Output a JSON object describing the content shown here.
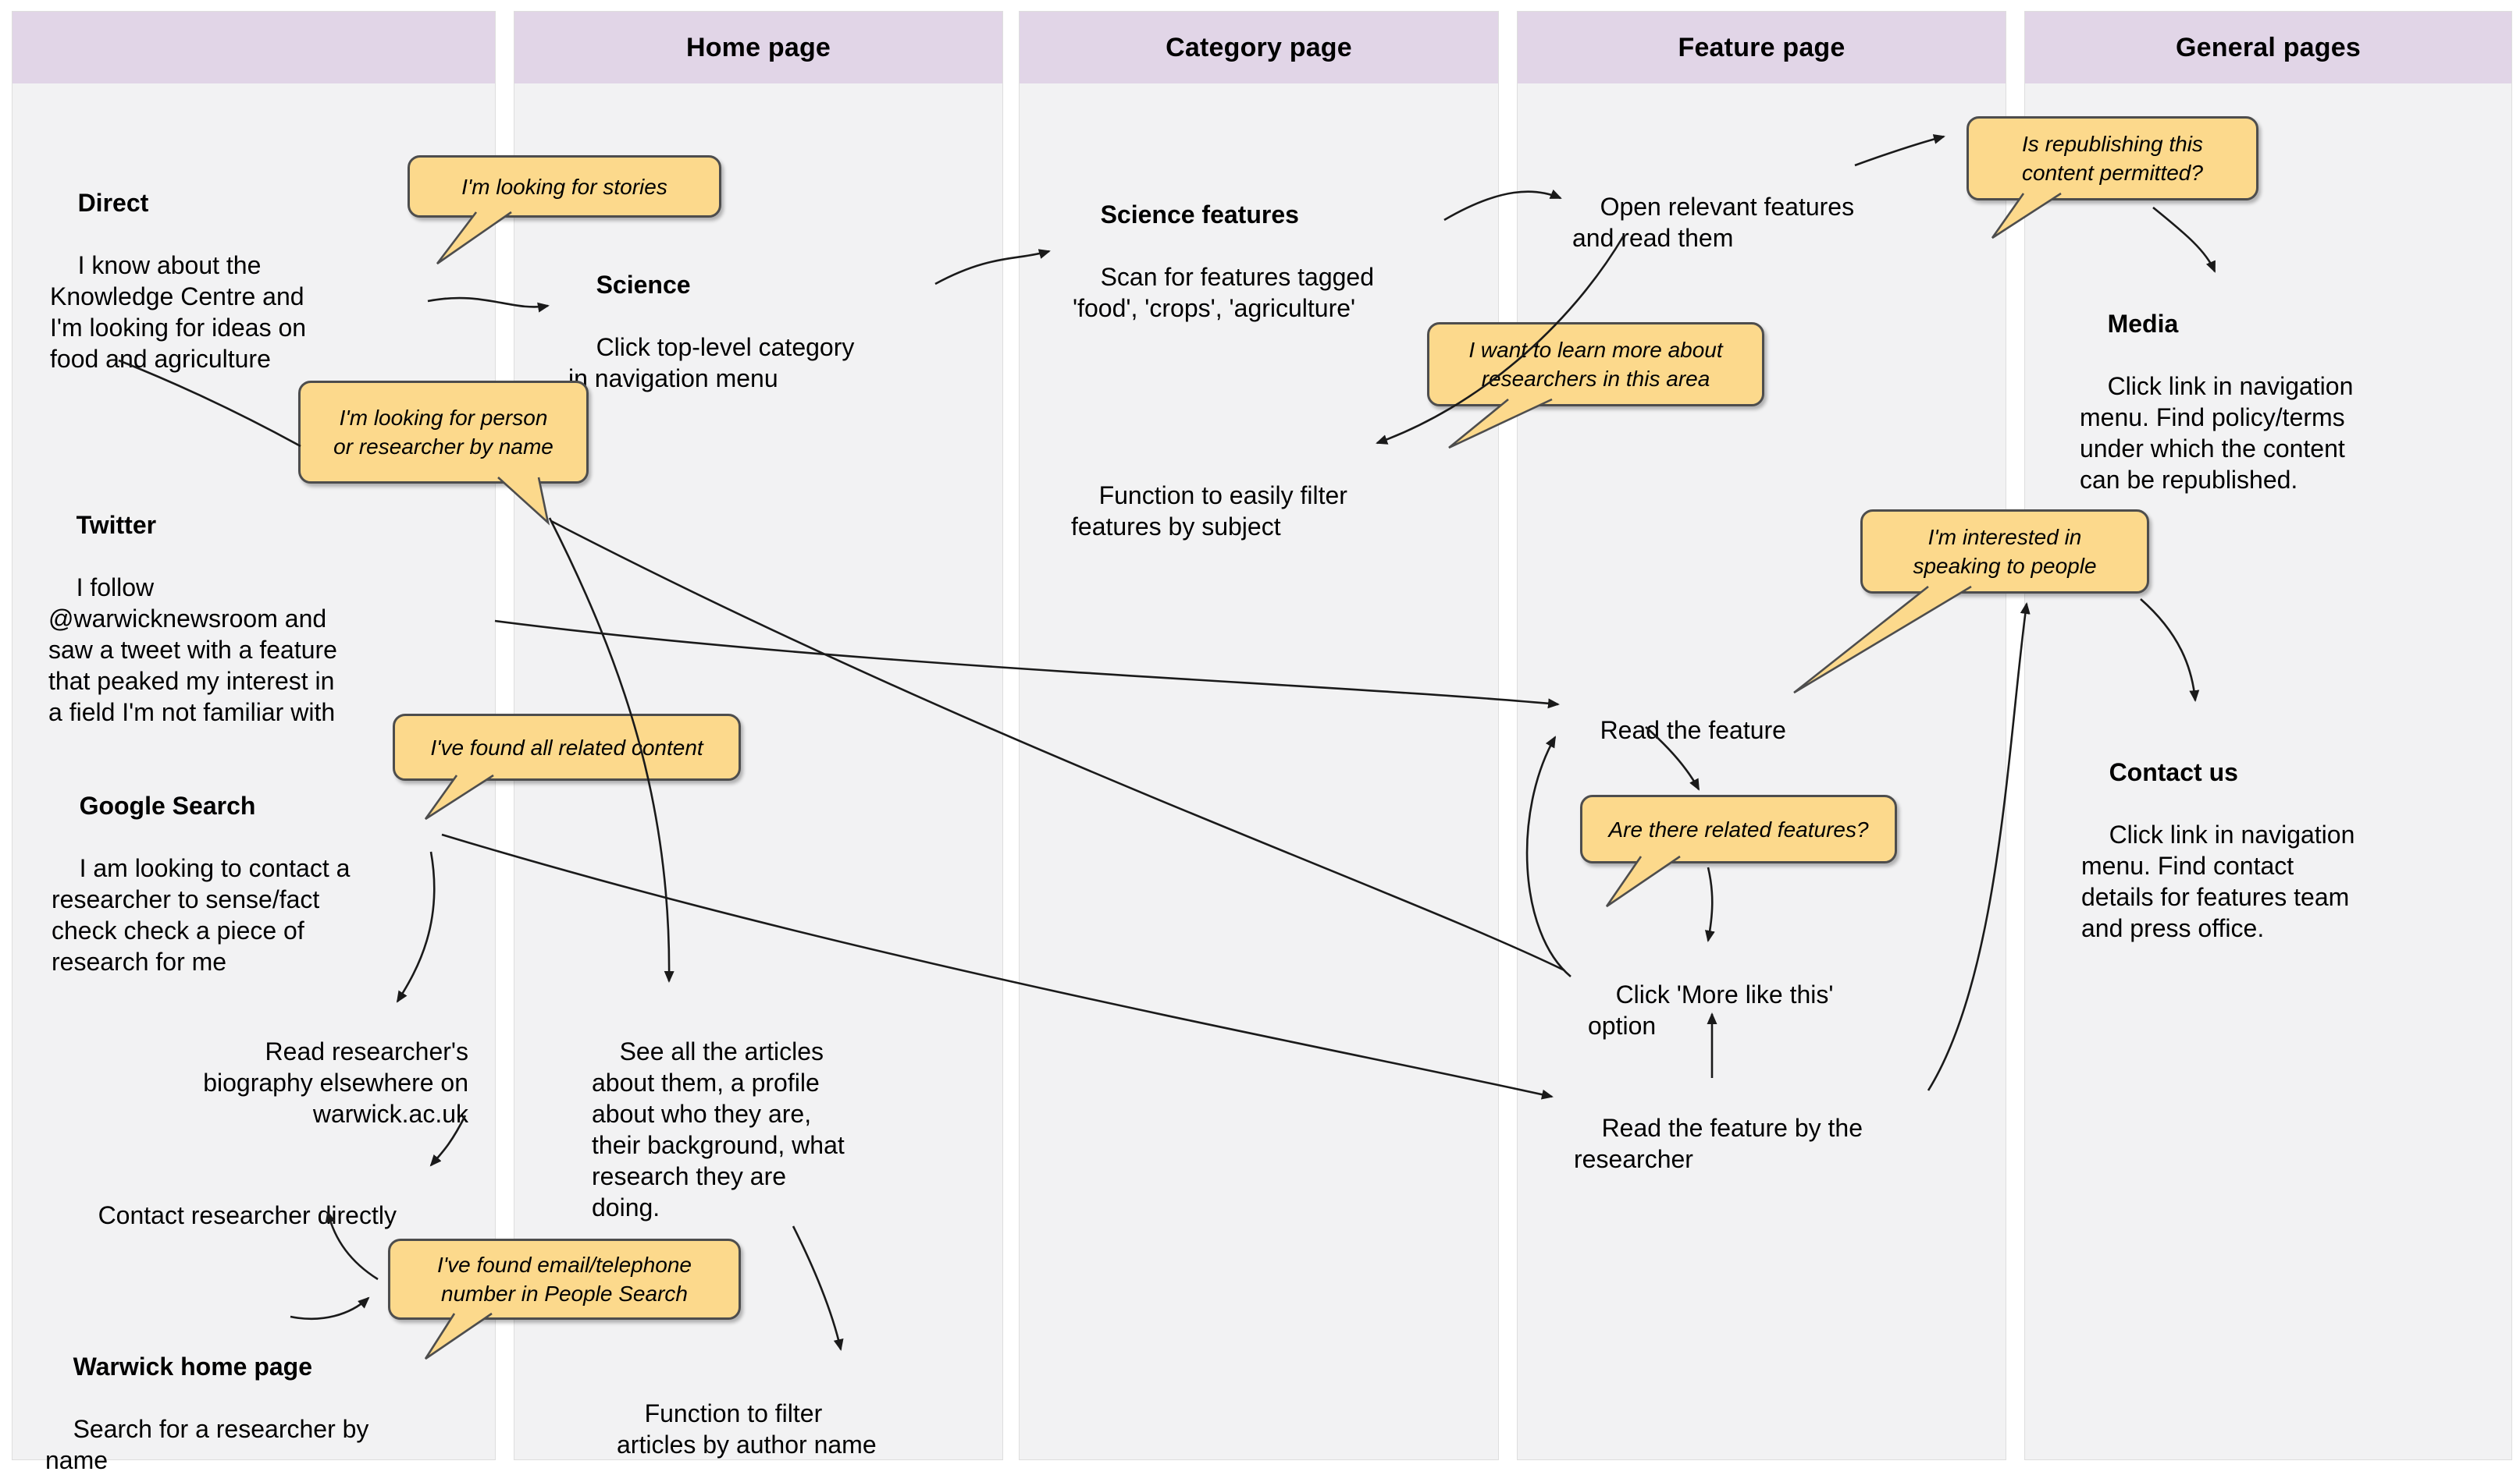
{
  "columns": [
    {
      "header": ""
    },
    {
      "header": "Home page"
    },
    {
      "header": "Category page"
    },
    {
      "header": "Feature page"
    },
    {
      "header": "General pages"
    }
  ],
  "nodes": {
    "direct": {
      "title": "Direct",
      "body": "I know about the\nKnowledge Centre and\nI'm looking for ideas on\nfood and agriculture"
    },
    "twitter": {
      "title": "Twitter",
      "body": "I follow\n@warwicknewsroom and\nsaw a tweet with a feature\nthat peaked my interest in\na field I'm not familiar with"
    },
    "google_search": {
      "title": "Google Search",
      "body": "I am looking to contact a\nresearcher to sense/fact\ncheck check a piece of\nresearch for me"
    },
    "read_biography": {
      "body": "Read researcher's\nbiography elsewhere on\nwarwick.ac.uk"
    },
    "contact_directly": {
      "body": "Contact researcher directly"
    },
    "warwick_home": {
      "title": "Warwick home page",
      "body": "Search for a researcher by\nname"
    },
    "science": {
      "title": "Science",
      "body": "Click top-level category\nin navigation menu"
    },
    "see_all_articles": {
      "body": "See all the articles\nabout them, a profile\nabout who they are,\ntheir background, what\nresearch they are\ndoing."
    },
    "filter_author": {
      "body": "Function to filter\narticles by author name"
    },
    "science_features": {
      "title": "Science features",
      "body": "Scan for features tagged\n'food', 'crops', 'agriculture'"
    },
    "filter_subject": {
      "body": "Function to easily filter\nfeatures by subject"
    },
    "open_relevant": {
      "body": "Open relevant features\nand read them"
    },
    "read_feature": {
      "body": "Read the feature"
    },
    "more_like_this": {
      "body": "Click 'More like this'\noption"
    },
    "read_by_researcher": {
      "body": "Read the feature by the\nresearcher"
    },
    "media": {
      "title": "Media",
      "body": "Click link in navigation\nmenu. Find policy/terms\nunder which the content\ncan be republished."
    },
    "contact_us": {
      "title": "Contact us",
      "body": "Click link in navigation\nmenu. Find contact\ndetails for features team\nand press office."
    }
  },
  "bubbles": {
    "stories": "I'm looking for stories",
    "person": "I'm looking for person\nor researcher by name",
    "related_content": "I've found all related content",
    "email": "I've found email/telephone\nnumber in People Search",
    "learn_more": "I want to learn more about\nresearchers in this area",
    "republishing": "Is republishing this\ncontent permitted?",
    "interested": "I'm interested in\nspeaking to people",
    "related_features": "Are there related features?"
  },
  "colors": {
    "header_bg": "#e1d5e7",
    "column_bg": "#f2f2f3",
    "bubble_bg": "#fcd98c",
    "bubble_border": "#4d4d4d",
    "arrow": "#1a1a1a",
    "text": "#000000"
  }
}
